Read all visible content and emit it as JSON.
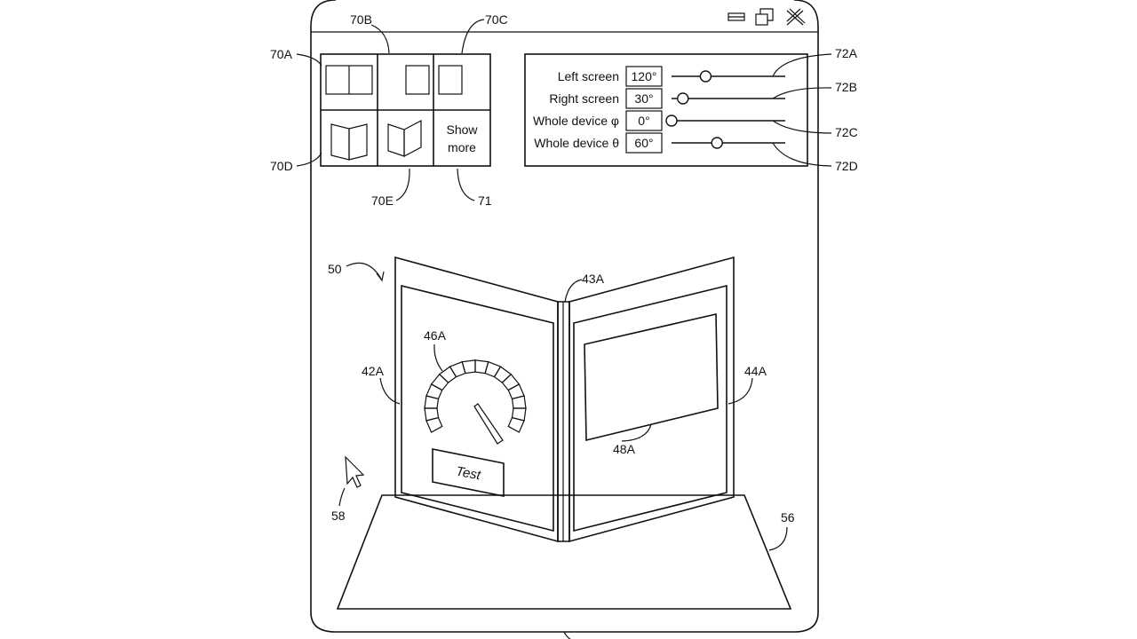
{
  "window_controls": {
    "minimize": "minimize-icon",
    "restore": "restore-icon",
    "close": "close-icon"
  },
  "layout_buttons": [
    {
      "ref": "70A",
      "icon": "two-screen-flat-icon"
    },
    {
      "ref": "70B",
      "icon": "single-screen-right-icon"
    },
    {
      "ref": "70C",
      "icon": "single-screen-left-icon"
    },
    {
      "ref": "70D",
      "icon": "open-book-icon"
    },
    {
      "ref": "70E",
      "icon": "folded-book-icon"
    },
    {
      "ref": "71",
      "label_line1": "Show",
      "label_line2": "more"
    }
  ],
  "controls": [
    {
      "ref": "72A",
      "label": "Left screen",
      "value": "120°",
      "slider_fraction": 0.3
    },
    {
      "ref": "72B",
      "label": "Right screen",
      "value": "30°",
      "slider_fraction": 0.1
    },
    {
      "ref": "72C",
      "label": "Whole device φ",
      "value": "0°",
      "slider_fraction": 0.0
    },
    {
      "ref": "72D",
      "label": "Whole device θ",
      "value": "60°",
      "slider_fraction": 0.4
    }
  ],
  "scene": {
    "device_ref": "50",
    "hinge_ref": "43A",
    "left_screen_ref": "42A",
    "right_screen_ref": "44A",
    "gauge_ref": "46A",
    "display_ref": "48A",
    "test_button_label": "Test",
    "cursor_ref": "58",
    "stand_ref": "56"
  }
}
